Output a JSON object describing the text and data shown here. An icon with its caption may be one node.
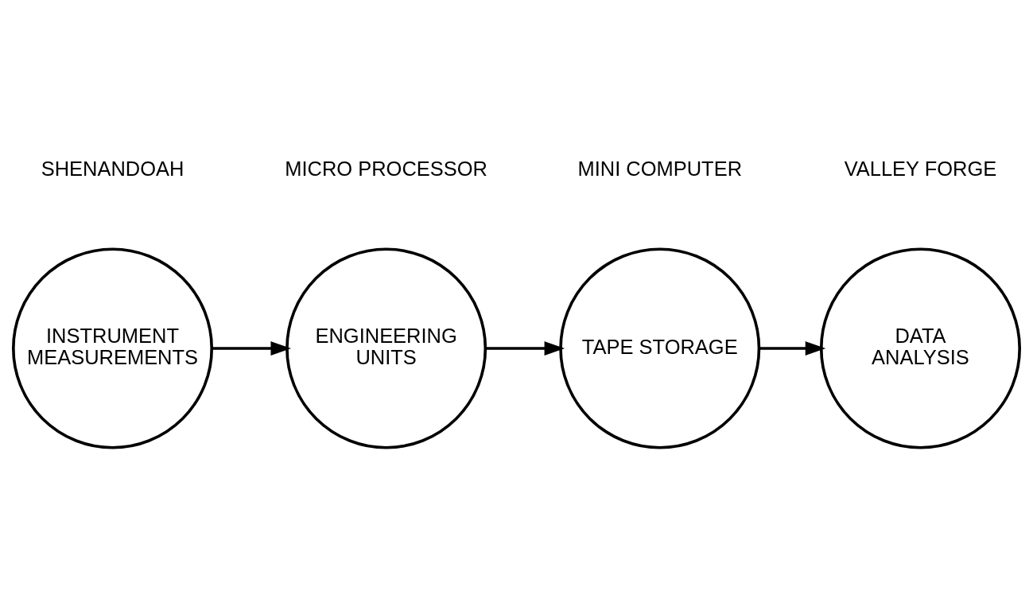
{
  "diagram": {
    "nodes": [
      {
        "text": [
          "INSTRUMENT MEASUREMENTS"
        ]
      },
      {
        "text": [
          "ENGINEERING UNITS"
        ]
      },
      {
        "text": [
          "TAPE STORAGE"
        ]
      },
      {
        "text": [
          "DATA ANALYSIS"
        ]
      }
    ],
    "edges": [
      {
        "from": 0,
        "to": 1,
        "arrow": "to"
      },
      {
        "from": 1,
        "to": 2,
        "arrow": "to"
      },
      {
        "from": 2,
        "to": 3,
        "arrow": "to"
      }
    ],
    "labels": [
      "MICRO PROCESSOR",
      "MINI COMPUTER",
      "SHENANDOAH",
      "VALLEY FORGE"
    ]
  }
}
